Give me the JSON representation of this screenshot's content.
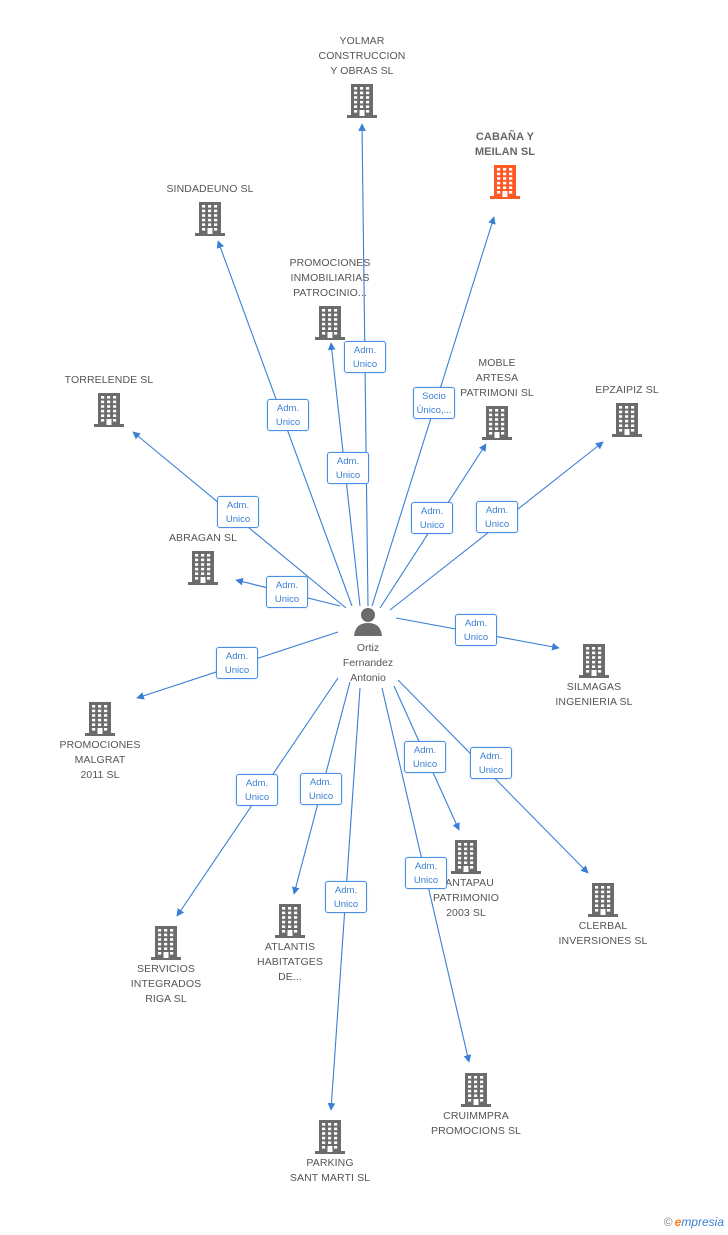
{
  "colors": {
    "edge": "#3a7fd5",
    "building": "#6b6b6b",
    "highlight": "#ff5a26",
    "person": "#6b6b6b"
  },
  "center": {
    "label": "Ortiz\nFernandez\nAntonio",
    "icon": "person-icon"
  },
  "nodes": [
    {
      "id": "yolmar",
      "label": "YOLMAR\nCONSTRUCCION\nY OBRAS SL",
      "highlight": false
    },
    {
      "id": "cabana",
      "label": "CABAÑA Y\nMEILAN SL",
      "highlight": true
    },
    {
      "id": "sindadeuno",
      "label": "SINDADEUNO SL",
      "highlight": false
    },
    {
      "id": "promociones-inmob",
      "label": "PROMOCIONES\nINMOBILIARIAS\nPATROCINIO...",
      "highlight": false
    },
    {
      "id": "moble",
      "label": "MOBLE\nARTESA\nPATRIMONI SL",
      "highlight": false
    },
    {
      "id": "torrelende",
      "label": "TORRELENDE SL",
      "highlight": false
    },
    {
      "id": "epzaipiz",
      "label": "EPZAIPIZ SL",
      "highlight": false
    },
    {
      "id": "abragan",
      "label": "ABRAGAN SL",
      "highlight": false
    },
    {
      "id": "silmagas",
      "label": "SILMAGAS\nINGENIERIA SL",
      "highlight": false
    },
    {
      "id": "malgrat",
      "label": "PROMOCIONES\nMALGRAT\n2011 SL",
      "highlight": false
    },
    {
      "id": "santapau",
      "label": "SANTAPAU\nPATRIMONIO\n2003 SL",
      "highlight": false
    },
    {
      "id": "clerbal",
      "label": "CLERBAL\nINVERSIONES SL",
      "highlight": false
    },
    {
      "id": "servicios",
      "label": "SERVICIOS\nINTEGRADOS\nRIGA SL",
      "highlight": false
    },
    {
      "id": "atlantis",
      "label": "ATLANTIS\nHABITATGES\nDE...",
      "highlight": false
    },
    {
      "id": "cruimmpra",
      "label": "CRUIMMPRA\nPROMOCIONS SL",
      "highlight": false
    },
    {
      "id": "parking",
      "label": "PARKING\nSANT MARTI SL",
      "highlight": false
    }
  ],
  "edges": [
    {
      "to": "yolmar",
      "role": "Adm.\nUnico"
    },
    {
      "to": "cabana",
      "role": "Socio\nÚnico,..."
    },
    {
      "to": "sindadeuno",
      "role": "Adm.\nUnico"
    },
    {
      "to": "promociones-inmob",
      "role": "Adm.\nUnico"
    },
    {
      "to": "moble",
      "role": "Adm.\nUnico"
    },
    {
      "to": "torrelende",
      "role": "Adm.\nUnico"
    },
    {
      "to": "epzaipiz",
      "role": "Adm.\nUnico"
    },
    {
      "to": "abragan",
      "role": "Adm.\nUnico"
    },
    {
      "to": "silmagas",
      "role": "Adm.\nUnico"
    },
    {
      "to": "malgrat",
      "role": "Adm.\nUnico"
    },
    {
      "to": "santapau",
      "role": "Adm.\nUnico"
    },
    {
      "to": "clerbal",
      "role": "Adm.\nUnico"
    },
    {
      "to": "servicios",
      "role": "Adm.\nUnico"
    },
    {
      "to": "atlantis",
      "role": "Adm.\nUnico"
    },
    {
      "to": "cruimmpra",
      "role": "Adm.\nUnico"
    },
    {
      "to": "parking",
      "role": "Adm.\nUnico"
    }
  ],
  "footer": {
    "copyright": "©",
    "brand_e": "e",
    "brand_rest": "mpresia"
  }
}
